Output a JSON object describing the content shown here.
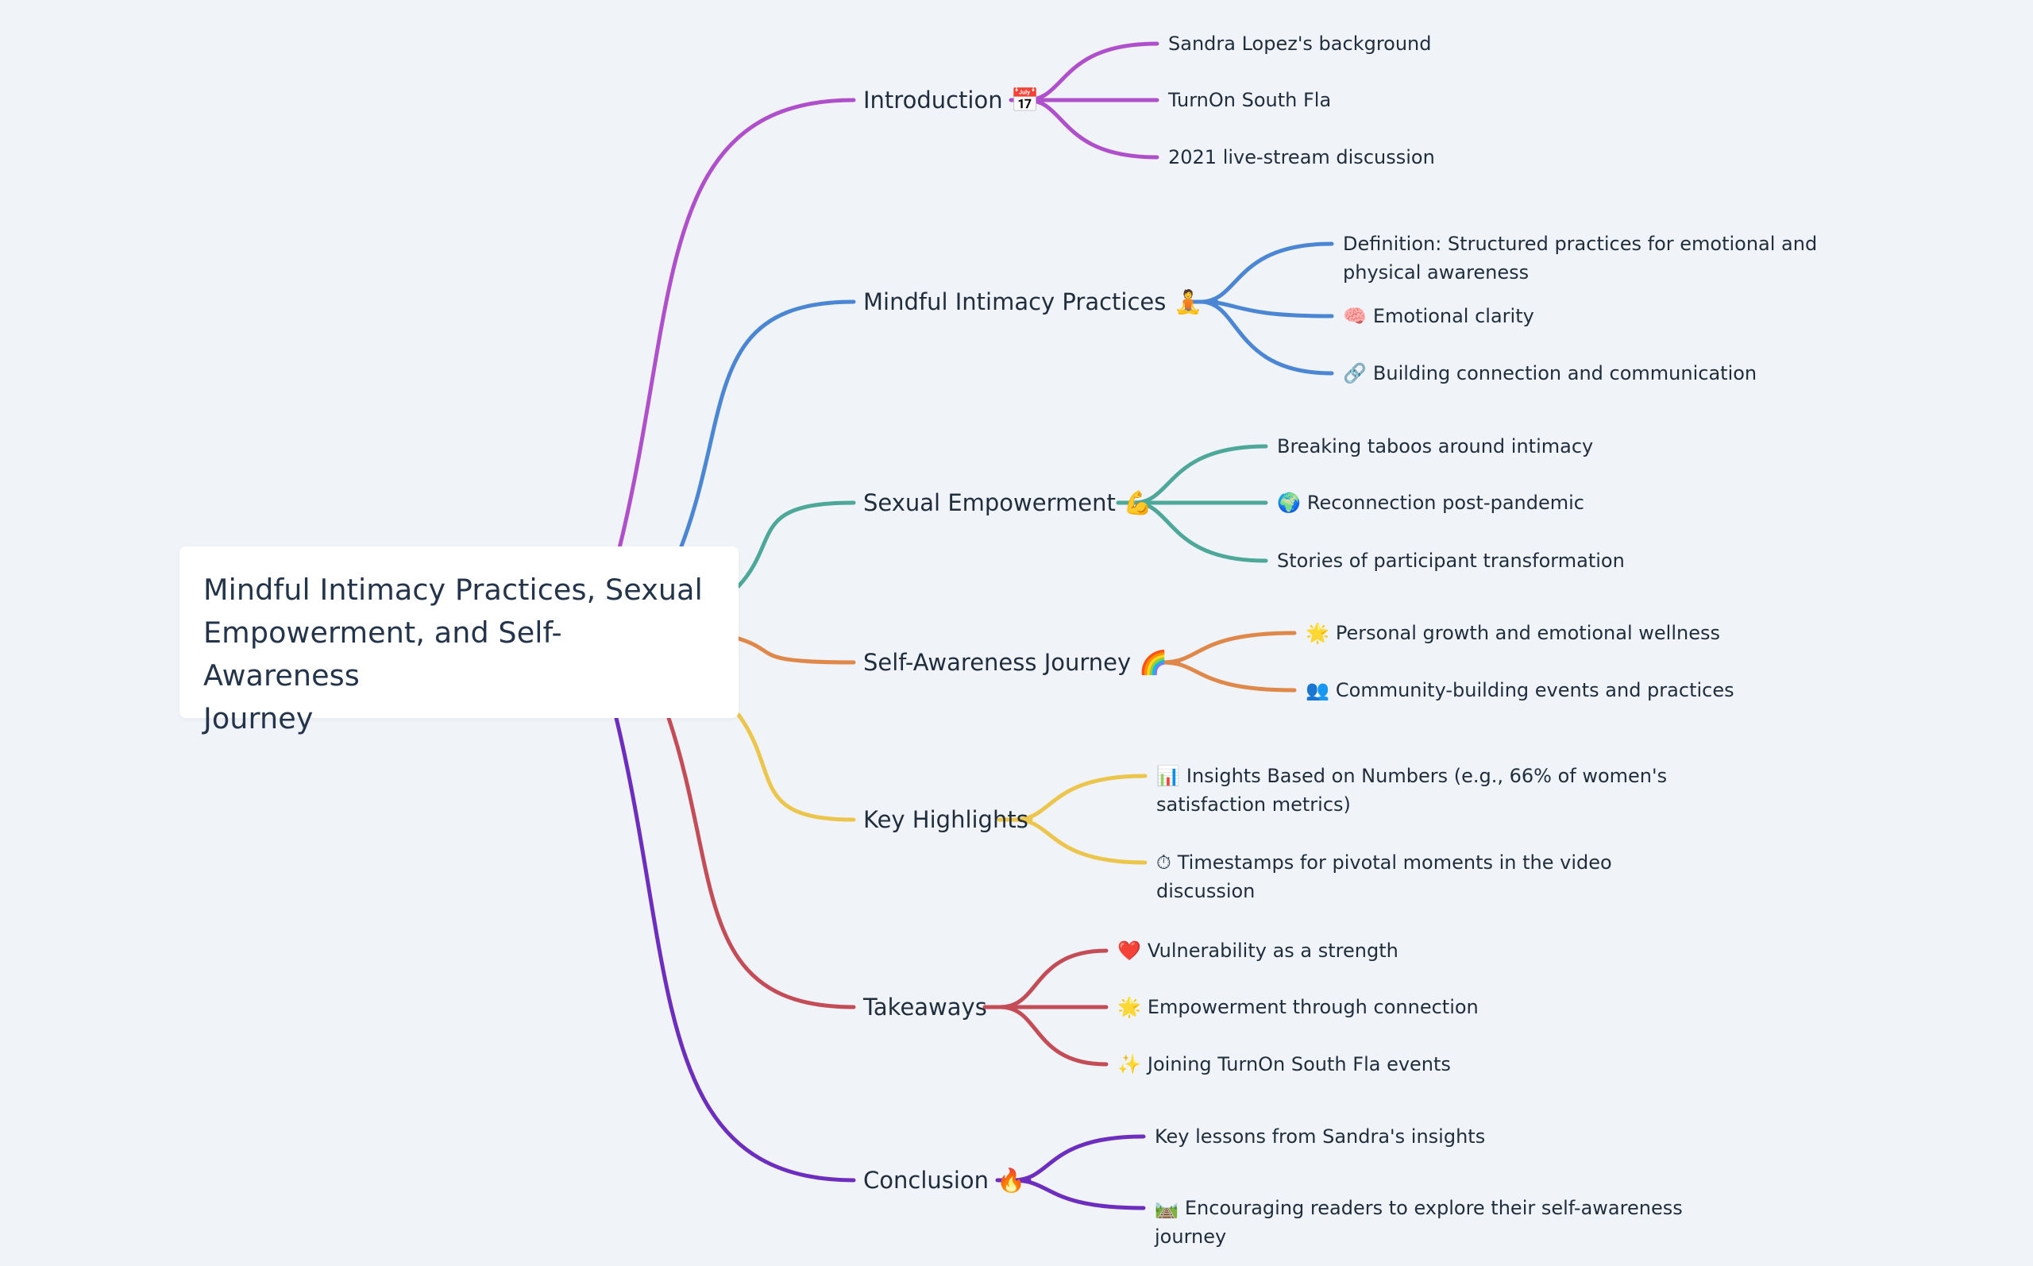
{
  "root": {
    "title_lines": [
      "Mindful Intimacy Practices, Sexual",
      "Empowerment, and Self-Awareness",
      "Journey"
    ]
  },
  "branches": [
    {
      "id": "introduction",
      "label": "Introduction",
      "emoji": "📅",
      "color": "#b04fcb",
      "children": [
        {
          "text": "Sandra Lopez's background"
        },
        {
          "text": "TurnOn South Fla"
        },
        {
          "text": "2021 live-stream discussion"
        }
      ]
    },
    {
      "id": "mindful-intimacy",
      "label": "Mindful Intimacy Practices",
      "emoji": "🧘",
      "color": "#4a86d4",
      "children": [
        {
          "lines": [
            "Definition: Structured practices for emotional and",
            "physical awareness"
          ]
        },
        {
          "emoji": "🧠",
          "text": "Emotional clarity"
        },
        {
          "emoji": "🔗",
          "text": "Building connection and communication"
        }
      ]
    },
    {
      "id": "sexual-empowerment",
      "label": "Sexual Empowerment",
      "emoji": "💪",
      "color": "#4ea89a",
      "children": [
        {
          "text": "Breaking taboos around intimacy"
        },
        {
          "emoji": "🌍",
          "text": "Reconnection post-pandemic"
        },
        {
          "text": "Stories of participant transformation"
        }
      ]
    },
    {
      "id": "self-awareness",
      "label": "Self-Awareness Journey",
      "emoji": "🌈",
      "color": "#e0874a",
      "children": [
        {
          "emoji": "🌟",
          "text": "Personal growth and emotional wellness"
        },
        {
          "emoji": "👥",
          "text": "Community-building events and practices"
        }
      ]
    },
    {
      "id": "key-highlights",
      "label": "Key Highlights",
      "emoji": "",
      "color": "#ecc64c",
      "children": [
        {
          "emoji": "📊",
          "lines": [
            "Insights Based on Numbers (e.g., 66% of women's",
            "satisfaction metrics)"
          ]
        },
        {
          "emoji": "⏱",
          "lines": [
            "Timestamps for pivotal moments in the video",
            "discussion"
          ]
        }
      ]
    },
    {
      "id": "takeaways",
      "label": "Takeaways",
      "emoji": "",
      "color": "#c44c57",
      "children": [
        {
          "emoji": "❤️",
          "text": "Vulnerability as a strength"
        },
        {
          "emoji": "🌟",
          "text": "Empowerment through connection"
        },
        {
          "emoji": "✨",
          "text": "Joining TurnOn South Fla events"
        }
      ]
    },
    {
      "id": "conclusion",
      "label": "Conclusion",
      "emoji": "🔥",
      "color": "#6d2ec0",
      "children": [
        {
          "text": "Key lessons from Sandra's insights"
        },
        {
          "emoji": "🛤️",
          "lines": [
            "Encouraging readers to explore their self-awareness",
            "journey"
          ]
        }
      ]
    }
  ]
}
